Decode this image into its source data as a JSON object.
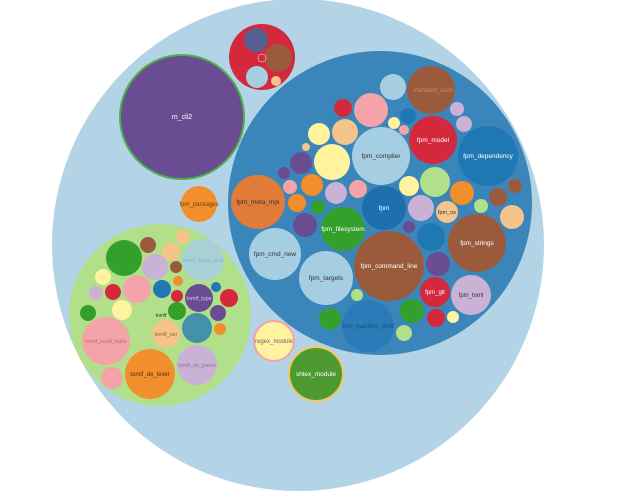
{
  "colors": {
    "root": "#b3d4e6",
    "fpm_group": "#3a86bb",
    "toml_group": "#b2df8a"
  },
  "nodes": [
    {
      "name": "m_cli2",
      "color": "#6a4c93",
      "stroke": "#4daf4a",
      "label_color": "#ffffff"
    },
    {
      "name": "fpm_packages",
      "color": "#f28e2b",
      "label_color": "#6b3d0a"
    },
    {
      "name": "regex_module",
      "color": "#fff3a0",
      "stroke": "#f4a3a8",
      "label_color": "#666666"
    },
    {
      "name": "shlex_module",
      "color": "#4e9a32",
      "stroke": "#f6c85f",
      "label_color": "#ffffff"
    },
    {
      "name": "fpm_compiler",
      "color": "#a6cee3",
      "label_color": "#333333"
    },
    {
      "name": "fpm_model",
      "color": "#d4283c",
      "label_color": "#ffffff"
    },
    {
      "name": "fpm_dependency",
      "color": "#1f78b4",
      "label_color": "#ffffff"
    },
    {
      "name": "fpm_meta_mpi",
      "color": "#e07b39",
      "label_color": "#333333"
    },
    {
      "name": "fpm",
      "color": "#1f6fae",
      "label_color": "#ffffff"
    },
    {
      "name": "fpm_os",
      "color": "#f4c48b",
      "label_color": "#333333"
    },
    {
      "name": "fpm_strings",
      "color": "#9c5a3c",
      "label_color": "#ffffff"
    },
    {
      "name": "fpm_cmd_new",
      "color": "#a6cee3",
      "label_color": "#333333"
    },
    {
      "name": "fpm_filesystem",
      "color": "#33a02c",
      "label_color": "#ffffff"
    },
    {
      "name": "fpm_targets",
      "color": "#a6cee3",
      "label_color": "#333333"
    },
    {
      "name": "fpm_command_line",
      "color": "#9c5a3c",
      "label_color": "#ffffff"
    },
    {
      "name": "fpm_git",
      "color": "#d4283c",
      "label_color": "#ffffff"
    },
    {
      "name": "fpm_toml",
      "color": "#cab2d6",
      "label_color": "#333333"
    },
    {
      "name": "fpm_manifest_profi",
      "color": "#2b7bb9",
      "label_color": "#1a4f7a"
    },
    {
      "name": "standard_cach",
      "color": "#9c5a3c",
      "label_color": "#c48a6a"
    },
    {
      "name": "tomlf_build_arra",
      "color": "#a6cee3",
      "label_color": "#7fb3cf"
    },
    {
      "name": "tomlf_type",
      "color": "#6a4c93",
      "label_color": "#d8c8ec"
    },
    {
      "name": "tomlf_ser",
      "color": "#f4c48b",
      "label_color": "#8a6a3a"
    },
    {
      "name": "tomlf_build_table",
      "color": "#f4a3a8",
      "label_color": "#c06a72"
    },
    {
      "name": "tomlf_de_lexer",
      "color": "#f28e2b",
      "label_color": "#5a2e08"
    },
    {
      "name": "tomlf_de_parse",
      "color": "#cab2d6",
      "label_color": "#8f75a3"
    },
    {
      "name": "tomlf",
      "color": "#b2df8a",
      "label_color": "#333333"
    }
  ]
}
